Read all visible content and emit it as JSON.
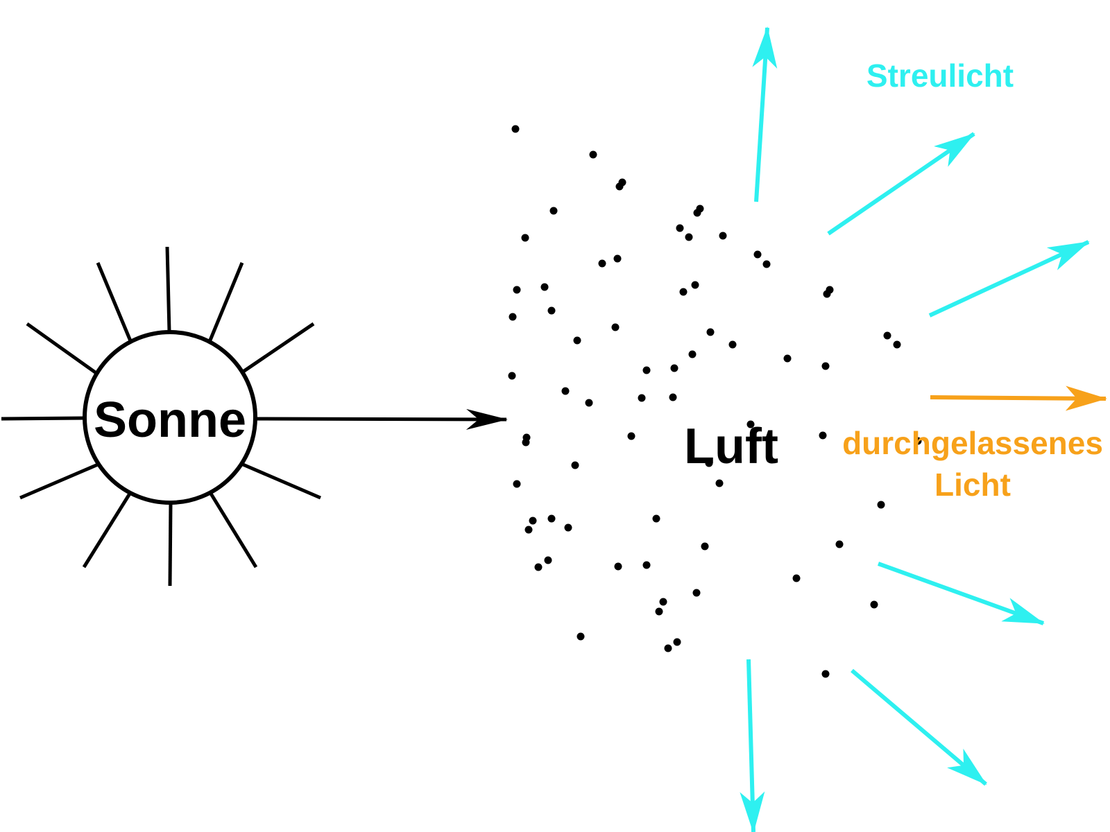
{
  "labels": {
    "sun": "Sonne",
    "air": "Luft",
    "scattered": "Streulicht",
    "transmitted_line1": "durchgelassenes",
    "transmitted_line2": "Licht"
  },
  "icons": {
    "sun": "sun-icon",
    "incoming_ray": "arrow-right-icon",
    "scattered_rays": "arrow-icon",
    "transmitted_ray": "arrow-right-icon",
    "particles": "dot-icon"
  },
  "colors": {
    "ink": "#000000",
    "scattered": "#2ef0f0",
    "transmitted": "#f7a11a",
    "background": "#ffffff"
  }
}
